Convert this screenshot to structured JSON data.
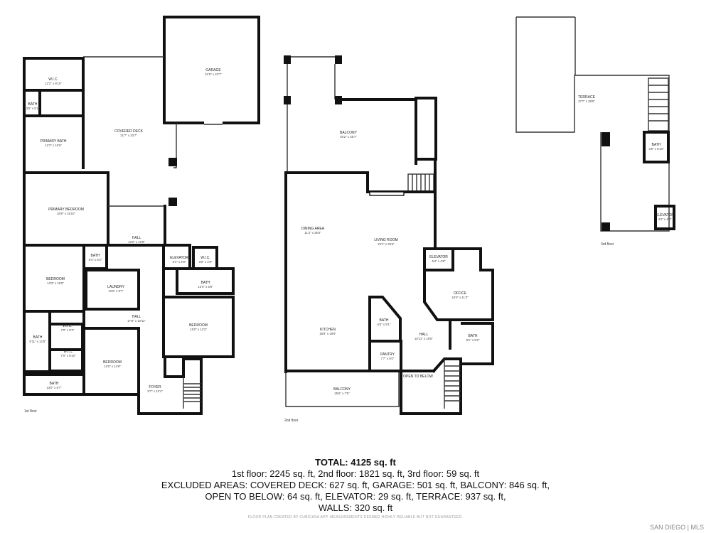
{
  "floors": [
    {
      "label": "1st floor",
      "rooms": [
        {
          "name": "W.I.C.",
          "dims": "12'2\" x 9'10\""
        },
        {
          "name": "BATH",
          "dims": "3'5\" x 5'1\""
        },
        {
          "name": "PRIMARY BATH",
          "dims": "12'3\" x 15'6\""
        },
        {
          "name": "COVERED DECK",
          "dims": "21'7\" x 33'7\""
        },
        {
          "name": "GARAGE",
          "dims": "21'9\" x 23'7\""
        },
        {
          "name": "PRIMARY BEDROOM",
          "dims": "18'8\" x 15'10\""
        },
        {
          "name": "HALL",
          "dims": "12'2\" x 13'9\""
        },
        {
          "name": "BATH",
          "dims": "5'4\" x 5'2\""
        },
        {
          "name": "ELEVATOR",
          "dims": "5'4\" x 4'8\""
        },
        {
          "name": "W.I.C.",
          "dims": "3'0\" x 4'8\""
        },
        {
          "name": "BEDROOM",
          "dims": "13'3\" x 15'0\""
        },
        {
          "name": "LAUNDRY",
          "dims": "12'0\" x 8'7\""
        },
        {
          "name": "BATH",
          "dims": "12'0\" x 5'8\""
        },
        {
          "name": "HALL",
          "dims": "17'8\" x 10'11\""
        },
        {
          "name": "BEDROOM",
          "dims": "15'0\" x 13'3\""
        },
        {
          "name": "W.I.C.",
          "dims": "7'0\" x 5'3\""
        },
        {
          "name": "BATH",
          "dims": "5'11\" x 12'5\""
        },
        {
          "name": "W.I.C.",
          "dims": "7'0\" x 6'10\""
        },
        {
          "name": "BEDROOM",
          "dims": "12'0\" x 14'8\""
        },
        {
          "name": "BATH",
          "dims": "13'0\" x 5'7\""
        },
        {
          "name": "FOYER",
          "dims": "9'7\" x 12'4\""
        }
      ]
    },
    {
      "label": "2nd floor",
      "rooms": [
        {
          "name": "BALCONY",
          "dims": "20'2\" x 25'7\""
        },
        {
          "name": "DINING AREA",
          "dims": "11'4\" x 25'6\""
        },
        {
          "name": "LIVING ROOM",
          "dims": "22'1\" x 25'6\""
        },
        {
          "name": "ELEVATOR",
          "dims": "5'4\" x 4'8\""
        },
        {
          "name": "OFFICE",
          "dims": "15'0\" x 11'3\""
        },
        {
          "name": "BATH",
          "dims": "6'0\" x 9'1\""
        },
        {
          "name": "KITCHEN",
          "dims": "18'8\" x 18'6\""
        },
        {
          "name": "HALL",
          "dims": "10'11\" x 18'5\""
        },
        {
          "name": "BATH",
          "dims": "9'1\" x 9'2\""
        },
        {
          "name": "PANTRY",
          "dims": "7'7\" x 6'0\""
        },
        {
          "name": "OPEN TO BELOW",
          "dims": ""
        },
        {
          "name": "BALCONY",
          "dims": "25'6\" x 7'5\""
        }
      ]
    },
    {
      "label": "3rd floor",
      "rooms": [
        {
          "name": "TERRACE",
          "dims": "37'7\" x 38'5\""
        },
        {
          "name": "BATH",
          "dims": "3'5\" x 5'10\""
        },
        {
          "name": "ELEVATOR",
          "dims": "4'4\" x 4'8\""
        }
      ]
    }
  ],
  "summary": {
    "total": "TOTAL: 4125 sq. ft",
    "line1": "1st floor: 2245 sq. ft, 2nd floor: 1821 sq. ft, 3rd floor: 59 sq. ft",
    "line2": "EXCLUDED AREAS: COVERED DECK: 627 sq. ft, GARAGE: 501 sq. ft, BALCONY: 846 sq. ft,",
    "line3": "OPEN TO BELOW: 64 sq. ft, ELEVATOR: 29 sq. ft, TERRACE: 937 sq. ft,",
    "line4": "WALLS: 320 sq. ft"
  },
  "credit": "FLOOR PLAN CREATED BY CUBICASA APP. MEASUREMENTS DEEMED HIGHLY RELIABLE BUT NOT GUARANTEED.",
  "brand": "SAN DIEGO | MLS"
}
